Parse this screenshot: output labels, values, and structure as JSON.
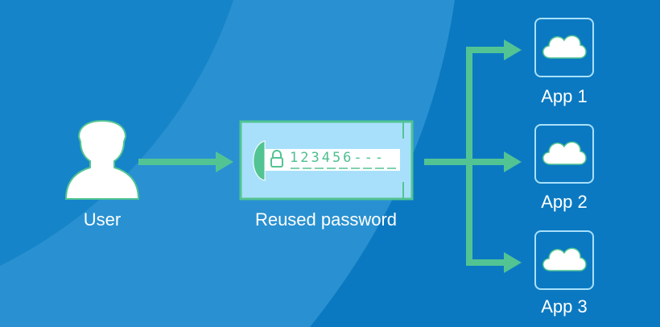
{
  "user": {
    "label": "User"
  },
  "password": {
    "label": "Reused password",
    "value": "123456---"
  },
  "apps": [
    {
      "label": "App 1"
    },
    {
      "label": "App 2"
    },
    {
      "label": "App 3"
    }
  ],
  "colors": {
    "background": "#0b79c1",
    "swoosh": "#3a9fd8",
    "arrow": "#52c493",
    "card": "#a8e0fb"
  }
}
